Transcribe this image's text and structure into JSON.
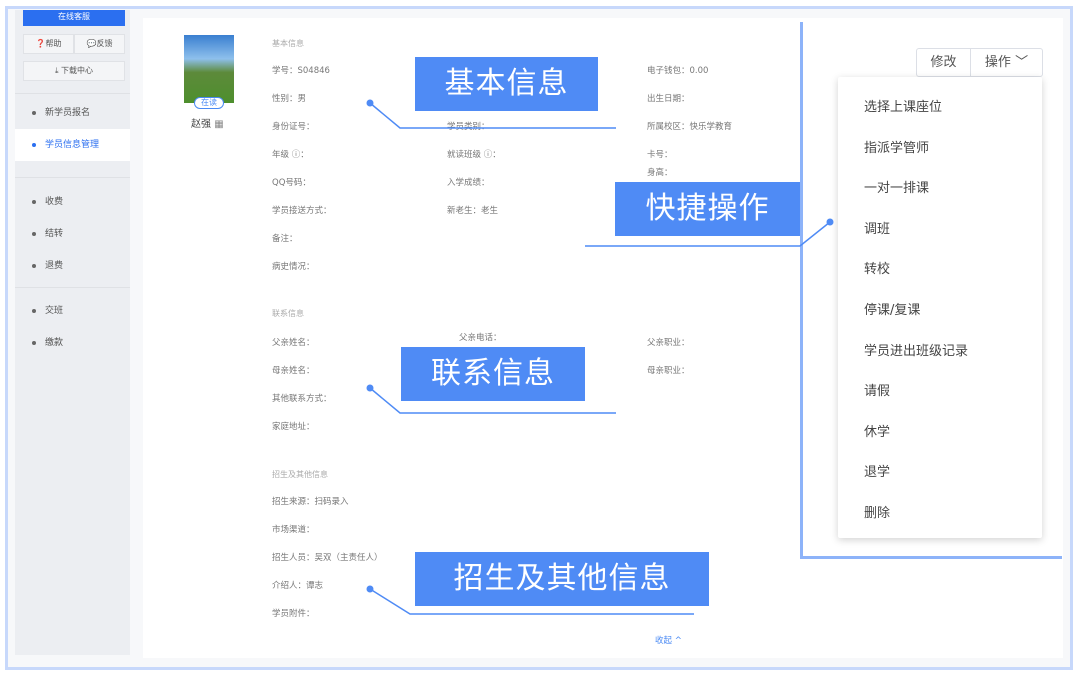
{
  "sidebar": {
    "online_consult": "在线客服",
    "help": "帮助",
    "feedback": "反馈",
    "download_center": "下载中心",
    "items": [
      "新学员报名",
      "学员信息管理",
      "收费",
      "结转",
      "退费",
      "交班",
      "缴款"
    ]
  },
  "student": {
    "name": "赵强",
    "status": "在读"
  },
  "basic": {
    "title": "基本信息",
    "fields": [
      "学号：S04846",
      "性别：男",
      "身份证号：",
      "年级 ⓘ：",
      "QQ号码：",
      "学员接送方式：",
      "备注：",
      "病史情况：",
      "学员类别：",
      "就读班级 ⓘ：",
      "入学成绩：",
      "新老生：老生",
      "电子钱包：0.00",
      "出生日期：",
      "所属校区：快乐学教育",
      "卡号：",
      "身高："
    ]
  },
  "contact": {
    "title": "联系信息",
    "fields": [
      "父亲姓名：",
      "母亲姓名：",
      "其他联系方式：",
      "家庭地址：",
      "父亲电话：",
      "父亲职业：",
      "母亲职业："
    ]
  },
  "other": {
    "title": "招生及其他信息",
    "fields": [
      "招生来源：扫码录入",
      "市场渠道：",
      "招生人员：吴双（主责任人）",
      "介绍人：谭志",
      "学员附件："
    ]
  },
  "collapse": "收起 ^",
  "actions": {
    "edit": "修改",
    "operate": "操作",
    "menu": [
      "选择上课座位",
      "指派学管师",
      "一对一排课",
      "调班",
      "转校",
      "停课/复课",
      "学员进出班级记录",
      "请假",
      "休学",
      "退学",
      "删除"
    ]
  },
  "callouts": {
    "basic": "基本信息",
    "quick": "快捷操作",
    "contact": "联系信息",
    "other": "招生及其他信息"
  },
  "colors": {
    "accent": "#2b6ff0",
    "callout": "#4f8bf5"
  }
}
